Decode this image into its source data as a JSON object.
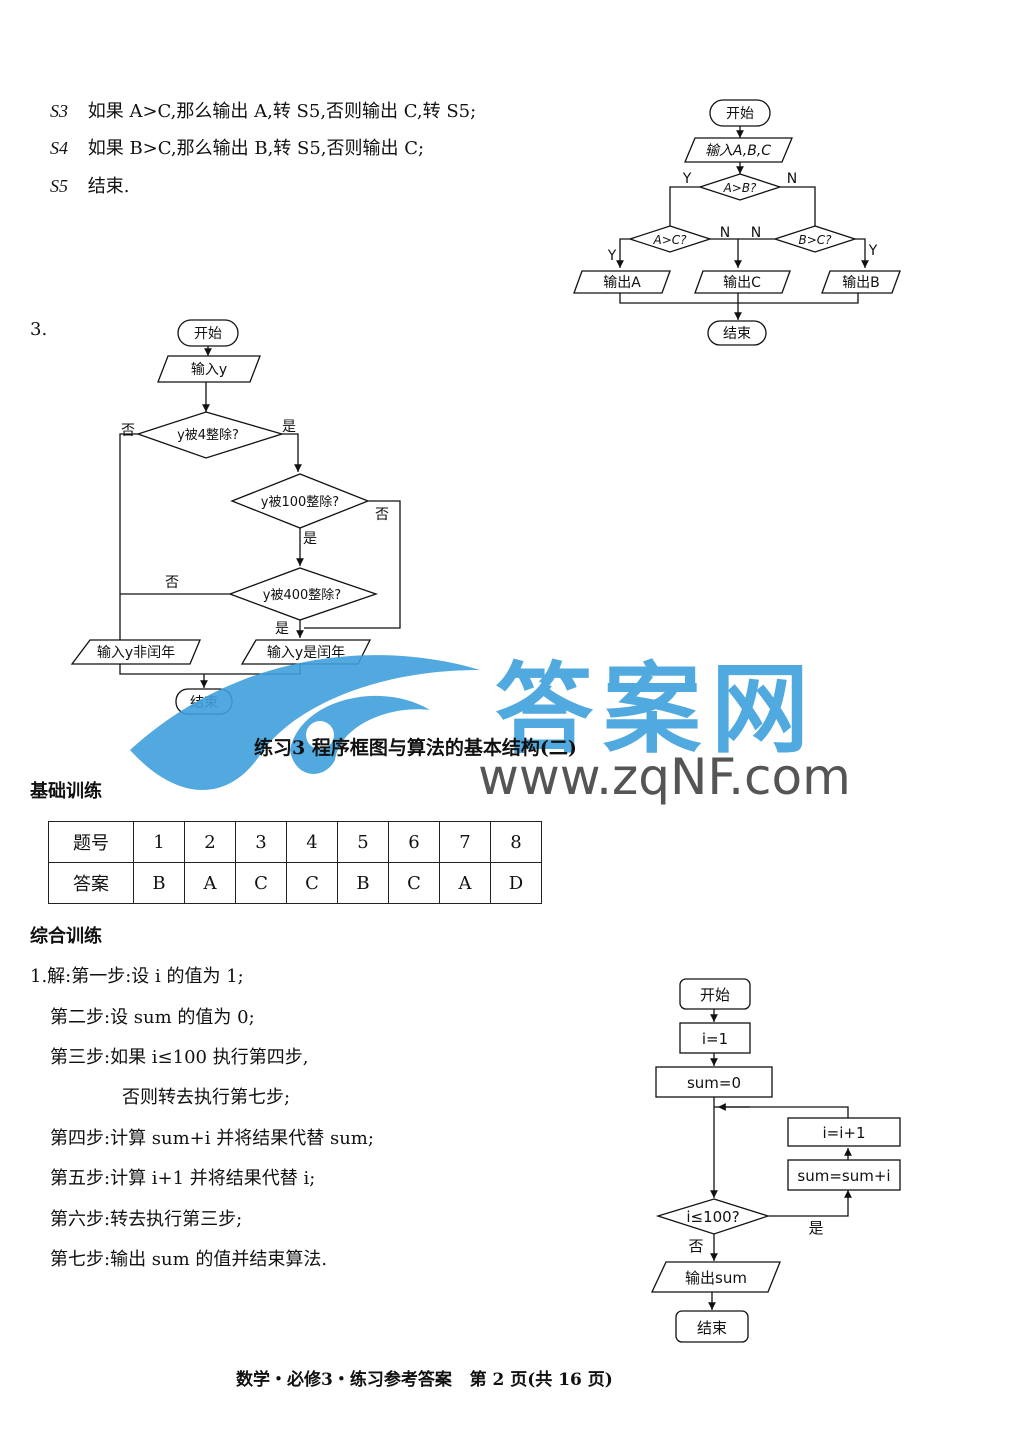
{
  "q2": {
    "s3_label": "S3",
    "s3_text": "如果 A>C,那么输出 A,转 S5,否则输出 C,转 S5;",
    "s4_label": "S4",
    "s4_text": "如果 B>C,那么输出 B,转 S5,否则输出 C;",
    "s5_label": "S5",
    "s5_text": "结束."
  },
  "flow_abc": {
    "start": "开始",
    "input": "输入A,B,C",
    "d1": "A>B?",
    "d2": "A>C?",
    "d3": "B>C?",
    "out_a": "输出A",
    "out_c": "输出C",
    "out_b": "输出B",
    "end": "结束",
    "yes": "Y",
    "no": "N"
  },
  "q3": {
    "number": "3.",
    "start": "开始",
    "input": "输入y",
    "d1": "y被4整除?",
    "d2": "y被100整除?",
    "d3": "y被400整除?",
    "out_no": "输入y非闰年",
    "out_yes": "输入y是闰年",
    "end": "结束",
    "yes": "是",
    "no": "否"
  },
  "section": {
    "title": "练习3  程序框图与算法的基本结构(二)",
    "basic": "基础训练",
    "comprehensive": "综合训练"
  },
  "answer_table": {
    "row1_head": "题号",
    "row2_head": "答案",
    "numbers": [
      "1",
      "2",
      "3",
      "4",
      "5",
      "6",
      "7",
      "8"
    ],
    "answers": [
      "B",
      "A",
      "C",
      "C",
      "B",
      "C",
      "A",
      "D"
    ]
  },
  "q1": {
    "line1": "1.解:第一步:设 i 的值为 1;",
    "line2": "第二步:设 sum 的值为 0;",
    "line3": "第三步:如果 i≤100 执行第四步,",
    "line4": "否则转去执行第七步;",
    "line5": "第四步:计算 sum+i 并将结果代替 sum;",
    "line6": "第五步:计算 i+1 并将结果代替 i;",
    "line7": "第六步:转去执行第三步;",
    "line8": "第七步:输出 sum 的值并结束算法."
  },
  "flow_sum": {
    "start": "开始",
    "i1": "i=1",
    "sum0": "sum=0",
    "inc": "i=i+1",
    "acc": "sum=sum+i",
    "cond": "i≤100?",
    "yes": "是",
    "no": "否",
    "output": "输出sum",
    "end": "结束"
  },
  "footer": "数学・必修3・练习参考答案   第 2 页(共 16 页)",
  "watermark": {
    "cn": "答案网",
    "url": "www.zqNF.com",
    "color": "#3ea0dc"
  }
}
